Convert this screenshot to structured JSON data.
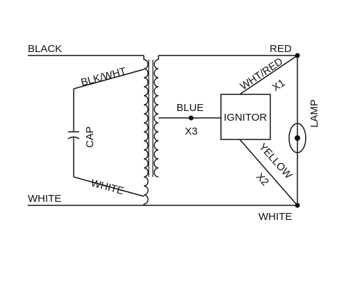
{
  "diagram": {
    "labels": {
      "black": "BLACK",
      "white_left": "WHITE",
      "blk_wht": "BLK/WHT",
      "cap": "CAP",
      "white_inner": "WHITE",
      "blue": "BLUE",
      "x3": "X3",
      "ignitor": "IGNITOR",
      "red": "RED",
      "wht_red": "WHT/RED",
      "x1": "X1",
      "lamp": "LAMP",
      "yellow": "YELLOW",
      "x2": "X2",
      "white_right": "WHITE"
    }
  }
}
